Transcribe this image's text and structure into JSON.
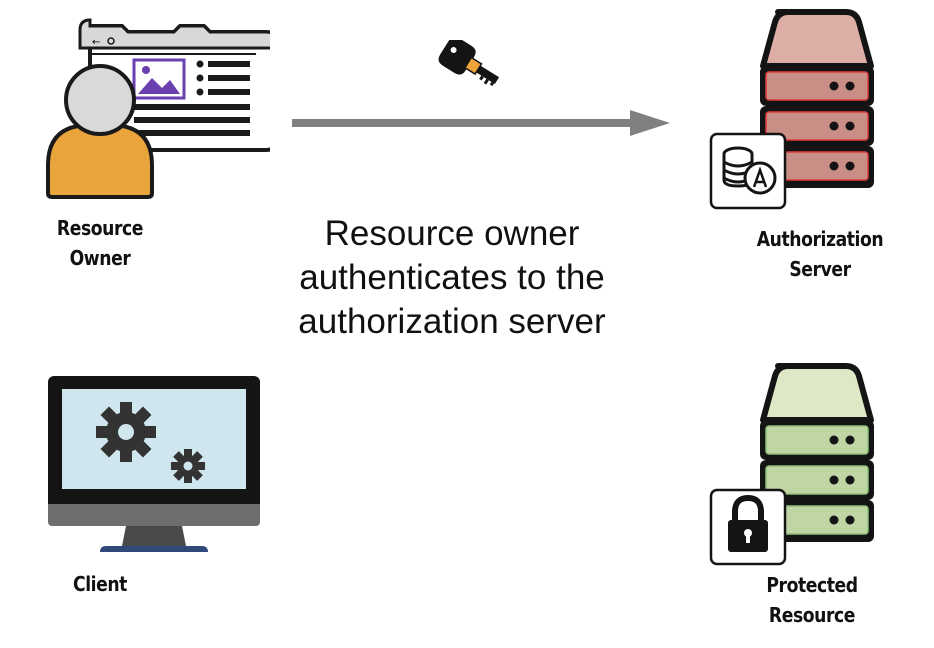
{
  "resource_owner": {
    "line1": "Resource",
    "line2": "Owner"
  },
  "authorization_server": {
    "line1": "Authorization",
    "line2": "Server"
  },
  "client": {
    "label": "Client"
  },
  "protected_resource": {
    "line1": "Protected",
    "line2": "Resource"
  },
  "flow_step": {
    "line1": "Resource owner",
    "line2": "authenticates to the",
    "line3": "authorization server"
  },
  "colors": {
    "owner_body": "#e9a53b",
    "auth_server_top": "#dcaea5",
    "auth_server_accent": "#e03b3b",
    "resource_server_top": "#dfe8c6",
    "resource_server_accent": "#8fbf7a",
    "monitor_screen": "#cfe6ef",
    "browser_accent": "#6a3fb0",
    "arrow": "#808080",
    "key": "#f0a23b"
  }
}
